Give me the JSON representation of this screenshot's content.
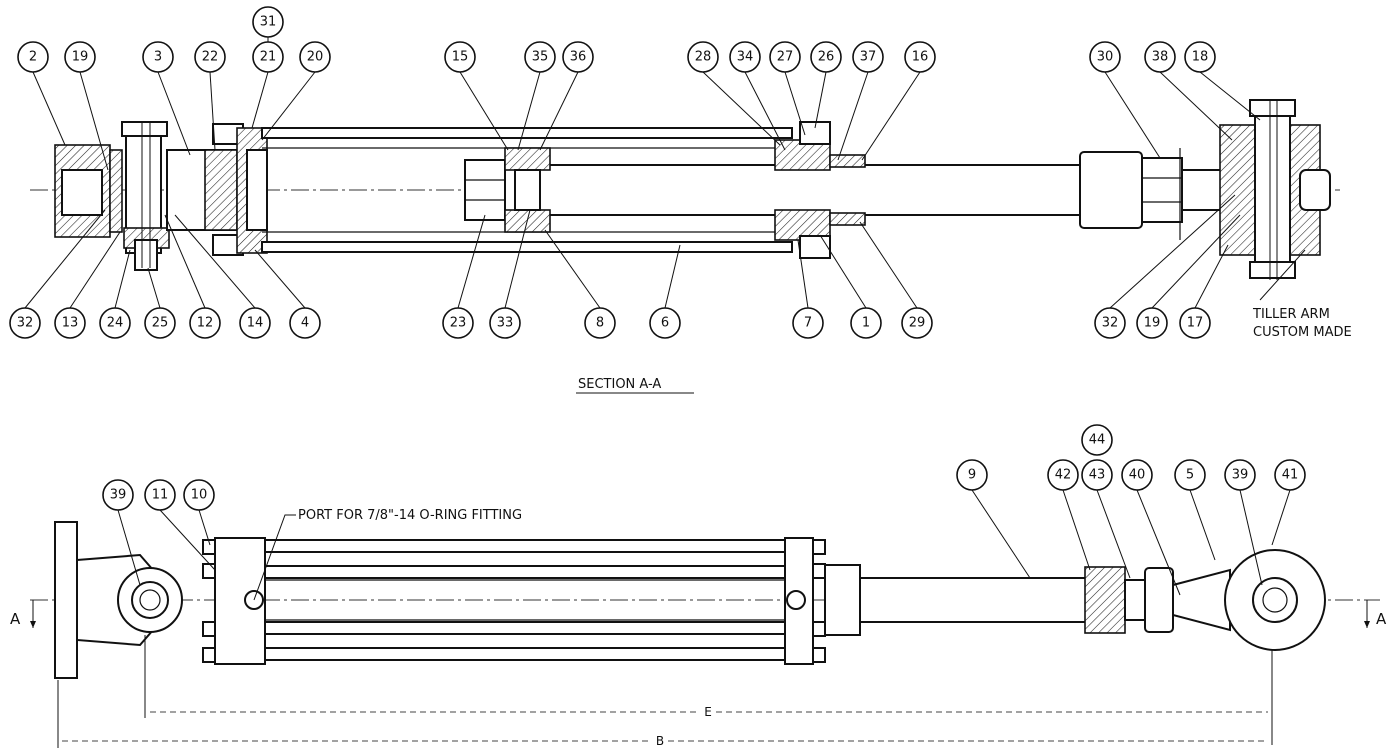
{
  "section_title": "SECTION  A-A",
  "tiller_note": [
    "TILLER ARM",
    "CUSTOM MADE"
  ],
  "port_note": "PORT FOR 7/8\"-14 O-RING FITTING",
  "section_markers": [
    "A",
    "A"
  ],
  "dimensions": {
    "e": "E",
    "b": "B"
  },
  "section_balloons_top": [
    "31",
    "2",
    "19",
    "3",
    "22",
    "21",
    "20",
    "15",
    "35",
    "36",
    "28",
    "34",
    "27",
    "26",
    "37",
    "16",
    "30",
    "38",
    "18"
  ],
  "section_balloons_bottom": [
    "32",
    "13",
    "24",
    "25",
    "12",
    "14",
    "4",
    "23",
    "33",
    "8",
    "6",
    "7",
    "1",
    "29",
    "32",
    "19",
    "17"
  ],
  "elevation_balloons": [
    "44",
    "39",
    "11",
    "10",
    "9",
    "42",
    "43",
    "40",
    "5",
    "39",
    "41"
  ]
}
